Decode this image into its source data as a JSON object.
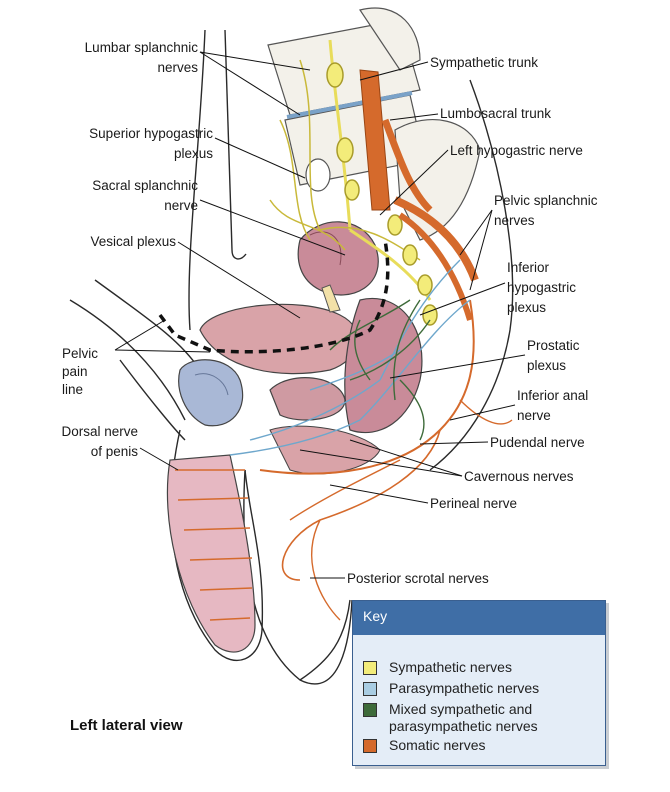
{
  "labels": {
    "lumbar_splanchnic": [
      "Lumbar splanchnic",
      "nerves"
    ],
    "superior_hypogastric": [
      "Superior hypogastric",
      "plexus"
    ],
    "sacral_splanchnic": [
      "Sacral splanchnic",
      "nerve"
    ],
    "vesical_plexus": "Vesical plexus",
    "pelvic_pain_line": [
      "Pelvic",
      "pain",
      "line"
    ],
    "dorsal_nerve_penis": [
      "Dorsal nerve",
      "of penis"
    ],
    "sympathetic_trunk": "Sympathetic trunk",
    "lumbosacral_trunk": "Lumbosacral trunk",
    "left_hypogastric": "Left hypogastric nerve",
    "pelvic_splanchnic": [
      "Pelvic splanchnic",
      "nerves"
    ],
    "inferior_hypogastric": [
      "Inferior",
      "hypogastric",
      "plexus"
    ],
    "prostatic_plexus": [
      "Prostatic",
      "plexus"
    ],
    "inferior_anal": [
      "Inferior anal",
      "nerve"
    ],
    "pudendal": "Pudendal nerve",
    "cavernous": "Cavernous nerves",
    "perineal": "Perineal nerve",
    "posterior_scrotal": "Posterior scrotal nerves",
    "view": "Left lateral view"
  },
  "key": {
    "title": "Key",
    "items": [
      {
        "label": "Sympathetic nerves",
        "color": "#f3ec7a"
      },
      {
        "label": "Parasympathetic nerves",
        "color": "#a9cde3"
      },
      {
        "label": "Mixed sympathetic and",
        "label2": "parasympathetic nerves",
        "color": "#3e6b3a"
      },
      {
        "label": "Somatic nerves",
        "color": "#d56a2c"
      }
    ]
  },
  "colors": {
    "sympathetic": "#f3ec7a",
    "parasympathetic": "#8fbfdb",
    "mixed": "#3e6b3a",
    "somatic": "#d56a2c",
    "organ_pink": "#d9a3a8",
    "bladder_blue": "#a9b8d6",
    "bone": "#f3f1ea"
  }
}
